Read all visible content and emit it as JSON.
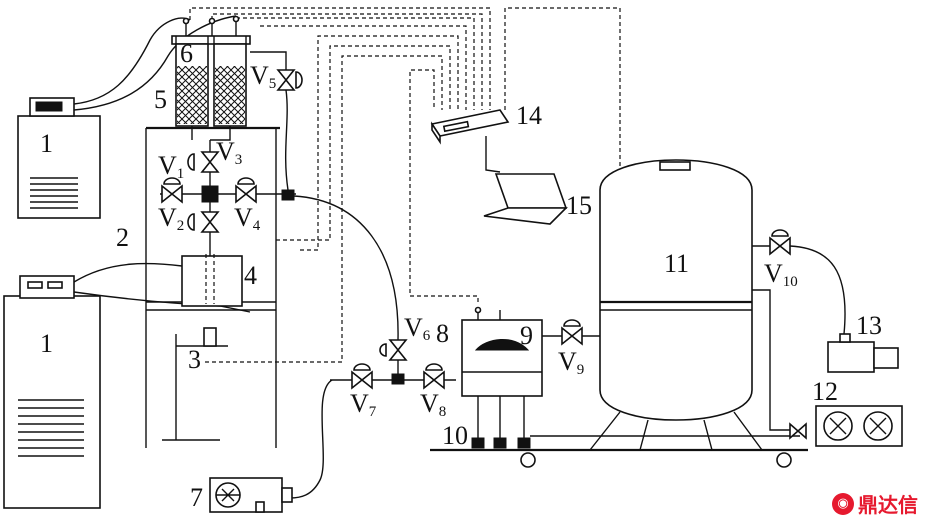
{
  "labels": {
    "n1a": "1",
    "n1b": "1",
    "n2": "2",
    "n3": "3",
    "n4": "4",
    "n5": "5",
    "n6": "6",
    "n7": "7",
    "n8": "8",
    "n9": "9",
    "n10": "10",
    "n11": "11",
    "n12": "12",
    "n13": "13",
    "n14": "14",
    "n15": "15"
  },
  "valves": {
    "v1": {
      "letter": "V",
      "sub": "1"
    },
    "v2": {
      "letter": "V",
      "sub": "2"
    },
    "v3": {
      "letter": "V",
      "sub": "3"
    },
    "v4": {
      "letter": "V",
      "sub": "4"
    },
    "v5": {
      "letter": "V",
      "sub": "5"
    },
    "v6": {
      "letter": "V",
      "sub": "6"
    },
    "v7": {
      "letter": "V",
      "sub": "7"
    },
    "v8": {
      "letter": "V",
      "sub": "8"
    },
    "v9": {
      "letter": "V",
      "sub": "9"
    },
    "v10": {
      "letter": "V",
      "sub": "10"
    }
  },
  "watermark": {
    "text": "鼎达信",
    "color": "#e6192e"
  }
}
